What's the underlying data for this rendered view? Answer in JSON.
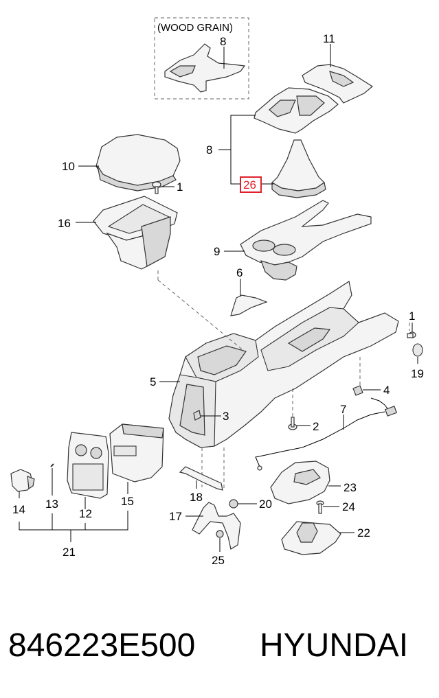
{
  "header_note": "(WOOD GRAIN)",
  "callouts": {
    "c8_top": "8",
    "c11": "11",
    "c8_mid": "8",
    "c26": "26",
    "c10": "10",
    "c1_top": "1",
    "c16": "16",
    "c9": "9",
    "c6": "6",
    "c1_right": "1",
    "c19": "19",
    "c5": "5",
    "c4": "4",
    "c3": "3",
    "c7": "7",
    "c2": "2",
    "c14": "14",
    "c13": "13",
    "c12": "12",
    "c15": "15",
    "c18": "18",
    "c20": "20",
    "c23": "23",
    "c17": "17",
    "c24": "24",
    "c22": "22",
    "c25": "25",
    "c21": "21"
  },
  "highlight_color": "#e0202a",
  "footer": {
    "part_number": "846223E500",
    "brand": "HYUNDAI"
  }
}
